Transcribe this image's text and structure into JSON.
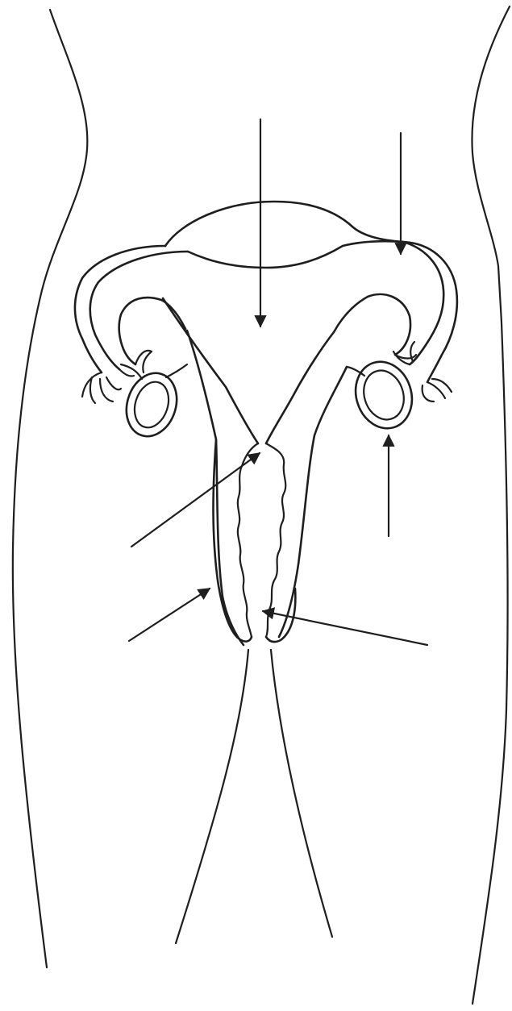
{
  "diagram": {
    "labels": [],
    "pointers": [
      {
        "id": "pointer-uterus-fundus",
        "direction": "down"
      },
      {
        "id": "pointer-fallopian-tube",
        "direction": "down"
      },
      {
        "id": "pointer-ovary",
        "direction": "up"
      },
      {
        "id": "pointer-uterine-lining",
        "direction": "up-right"
      },
      {
        "id": "pointer-vaginal-wall",
        "direction": "up-right"
      },
      {
        "id": "pointer-cervix",
        "direction": "up-left"
      }
    ]
  },
  "style": {
    "ink_color": "#1e1e1e",
    "background": "#ffffff"
  }
}
